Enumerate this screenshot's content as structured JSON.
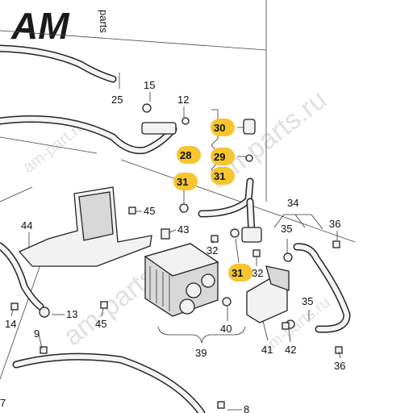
{
  "logo": {
    "brand": "AM",
    "suffix": "parts"
  },
  "watermarks": [
    "am-parts.ru",
    "am-parts.ru",
    "am-parts.ru",
    "am-part.ru"
  ],
  "highlight_color": "#f6c52f",
  "callouts": {
    "c7": "7",
    "c8": "8",
    "c9": "9",
    "c12": "12",
    "c13": "13",
    "c14": "14",
    "c15": "15",
    "c25": "25",
    "c28": "28",
    "c29": "29",
    "c30": "30",
    "c31a": "31",
    "c31b": "31",
    "c31c": "31",
    "c32a": "32",
    "c32b": "32",
    "c34": "34",
    "c35a": "35",
    "c35b": "35",
    "c36a": "36",
    "c36b": "36",
    "c39": "39",
    "c40": "40",
    "c41": "41",
    "c42": "42",
    "c43": "43",
    "c44": "44",
    "c45a": "45",
    "c45b": "45"
  }
}
